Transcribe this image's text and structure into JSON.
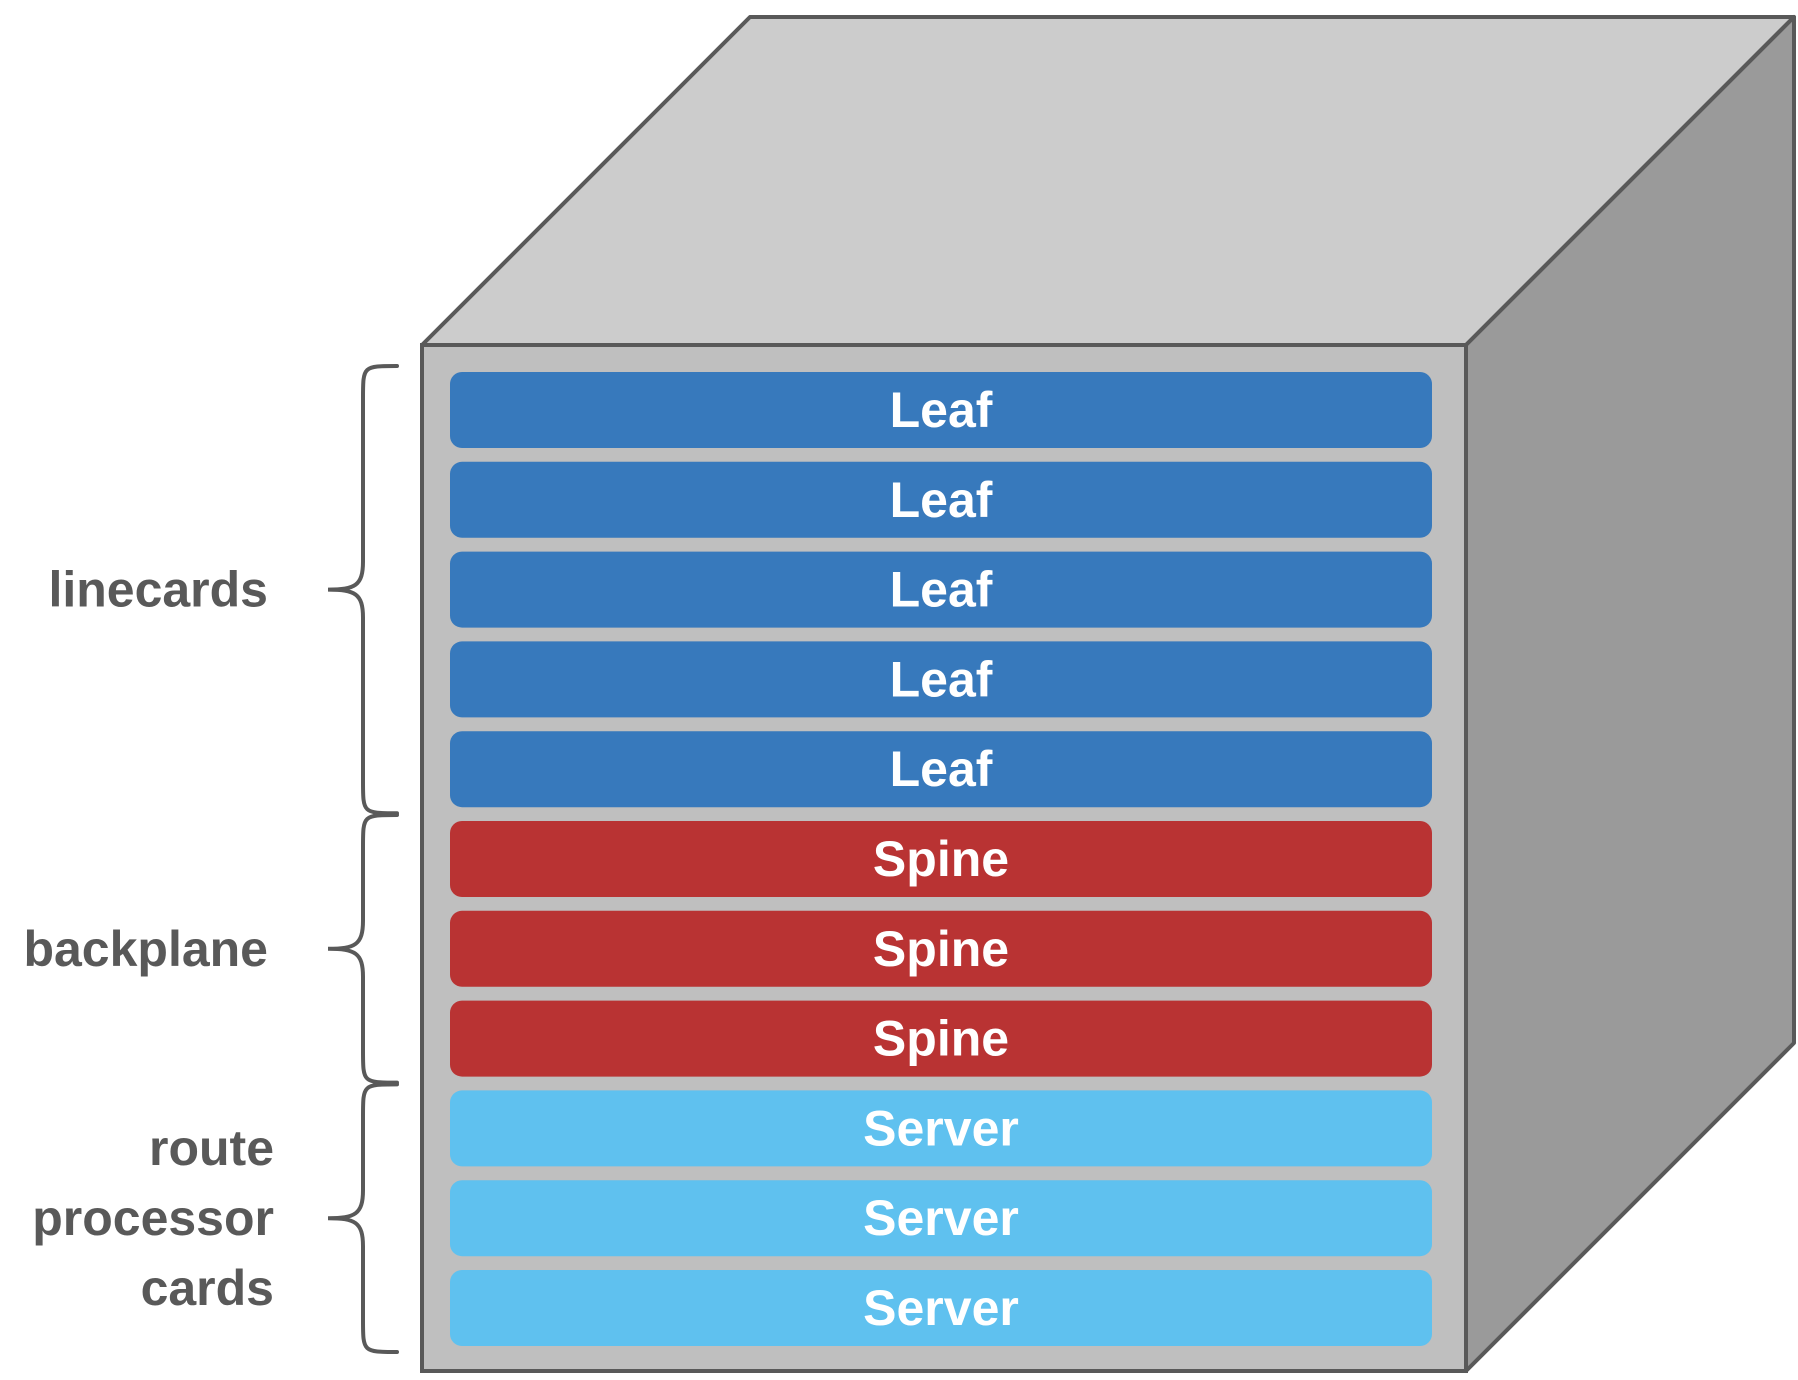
{
  "chassis": {
    "colors": {
      "top": "#cccccc",
      "side": "#9a9a9a",
      "front": "#bfbfbf",
      "edge": "#595959"
    }
  },
  "cards": [
    {
      "label": "Leaf",
      "color": "#3779bc"
    },
    {
      "label": "Leaf",
      "color": "#3779bc"
    },
    {
      "label": "Leaf",
      "color": "#3779bc"
    },
    {
      "label": "Leaf",
      "color": "#3779bc"
    },
    {
      "label": "Leaf",
      "color": "#3779bc"
    },
    {
      "label": "Spine",
      "color": "#b93333"
    },
    {
      "label": "Spine",
      "color": "#b93333"
    },
    {
      "label": "Spine",
      "color": "#b93333"
    },
    {
      "label": "Server",
      "color": "#5fc1ef"
    },
    {
      "label": "Server",
      "color": "#5fc1ef"
    },
    {
      "label": "Server",
      "color": "#5fc1ef"
    }
  ],
  "groups": [
    {
      "lines": [
        "linecards"
      ],
      "first_card": 0,
      "last_card": 4
    },
    {
      "lines": [
        "backplane"
      ],
      "first_card": 5,
      "last_card": 7
    },
    {
      "lines": [
        "route",
        "processor",
        "cards"
      ],
      "first_card": 8,
      "last_card": 10
    }
  ]
}
